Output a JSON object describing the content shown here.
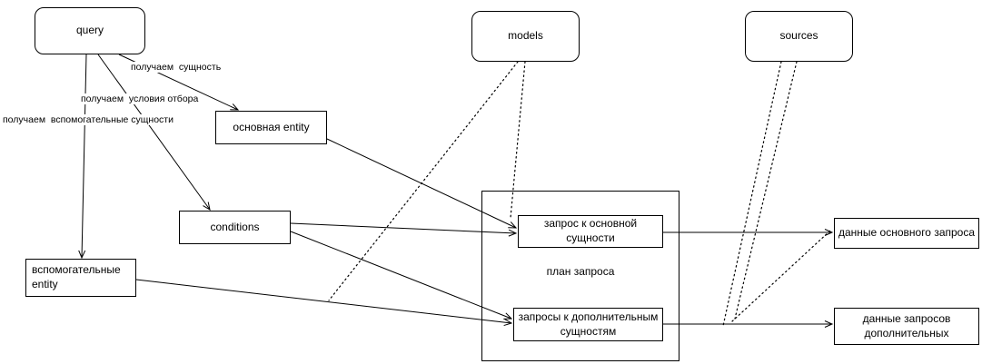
{
  "diagram": {
    "nodes": {
      "query": {
        "label": "query"
      },
      "models": {
        "label": "models"
      },
      "sources": {
        "label": "sources"
      },
      "main_entity": {
        "label": "основная entity"
      },
      "conditions": {
        "label": "conditions"
      },
      "aux_entity": {
        "label": "вспомогательные\nentity"
      },
      "query_plan": {
        "label": "план запроса"
      },
      "main_query": {
        "label": "запрос к основной\nсущности"
      },
      "additional_queries": {
        "label": "запросы к дополнительным\nсущностям"
      },
      "main_query_data": {
        "label": "данные основного запроса"
      },
      "additional_query_data": {
        "label": "данные запросов\nдополнительных"
      }
    },
    "edge_labels": {
      "get_entity": "получаем  сущность",
      "get_conditions": "получаем  условия отбора",
      "get_aux_entities": "получаем  вспомогательные сущности"
    },
    "colors": {
      "stroke": "#000000",
      "background": "#ffffff",
      "text": "#000000"
    }
  }
}
